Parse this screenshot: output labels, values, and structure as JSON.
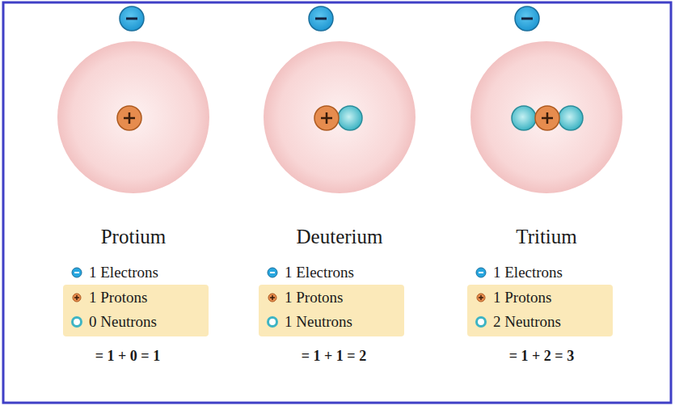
{
  "diagram": {
    "nodes": [
      {
        "text": [
          "1 Protons",
          "0 Neutrons"
        ]
      },
      {
        "text": [
          "1 Protons",
          "1 Neutrons"
        ]
      },
      {
        "text": [
          "1 Protons",
          "2 Neutrons"
        ]
      }
    ],
    "labels": [
      "Protium",
      "1 Electrons",
      "= 1 + 0 = 1",
      "Deuterium",
      "1 Electrons",
      "= 1 + 1 = 2",
      "Tritium",
      "1 Electrons",
      "= 1 + 2 = 3"
    ]
  }
}
